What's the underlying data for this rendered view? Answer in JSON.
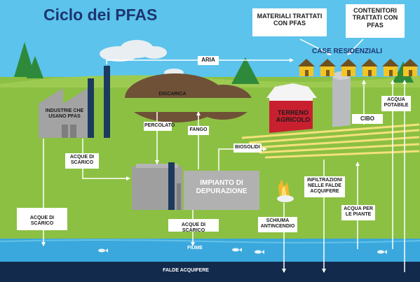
{
  "title": "Ciclo dei PFAS",
  "labels": {
    "materiali": "MATERIALI TRATTATI CON PFAS",
    "contenitori": "CONTENITORI TRATTATI CON PFAS",
    "case": "CASE RESIDENZIALI",
    "aria": "ARIA",
    "discarica": "DISCARICA",
    "industrie": "INDUSTRIE CHE USANO PFAS",
    "percolato": "PERCOLATO",
    "fango": "FANGO",
    "terreno": "TERRENO AGRICOLO",
    "cibo": "CIBO",
    "acqua_potabile": "ACQUA POTABILE",
    "biosolidi": "BIOSOLIDI",
    "acque_scarico_1": "ACQUE DI SCARICO",
    "impianto": "IMPIANTO DI DEPURAZIONE",
    "infiltrazioni": "INFILTRAZIONI NELLE FALDE ACQUIFERE",
    "acqua_piante": "ACQUA PER LE PIANTE",
    "acque_scarico_2": "ACQUE DI SCARICO",
    "acque_scarico_3": "ACQUE DI SCARICO",
    "schiuma": "SCHIUMA ANTINCENDIO",
    "fiume": "FIUME",
    "falde": "FALDE ACQUIFERE"
  },
  "colors": {
    "sky": "#5cc3ec",
    "grass": "#8cc043",
    "river": "#3aa8dc",
    "aquifer": "#122a4c",
    "title": "#1c3570"
  }
}
